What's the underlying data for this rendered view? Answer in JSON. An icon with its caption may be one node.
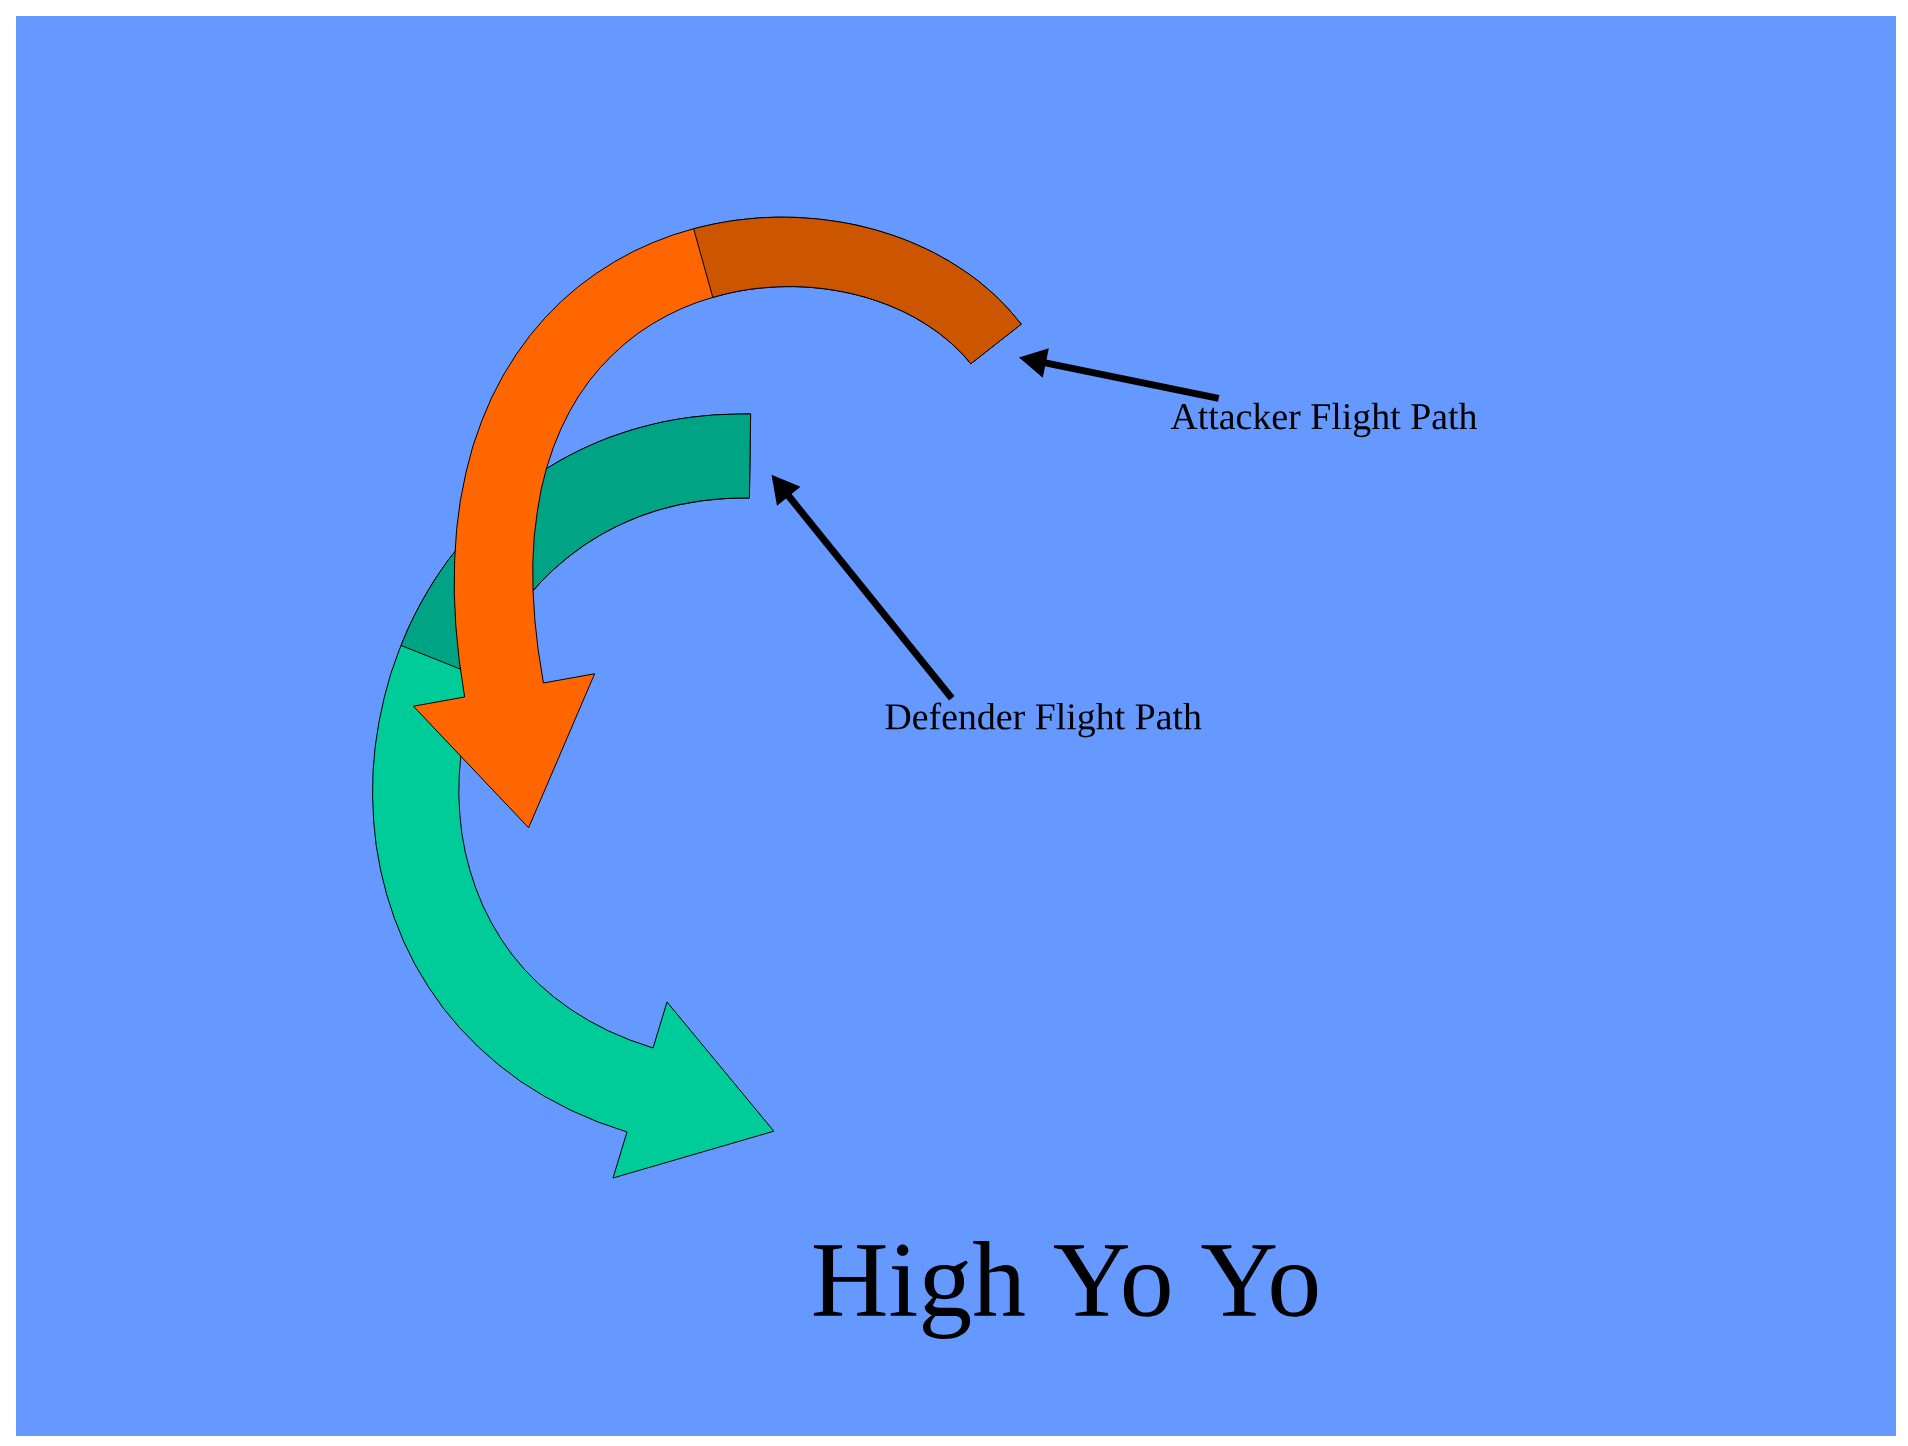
{
  "diagram": {
    "title": "High Yo Yo",
    "nodes": [
      {
        "text": [
          "Attacker Flight Path"
        ]
      },
      {
        "text": [
          "Defender Flight Path"
        ]
      },
      {
        "text": [],
        "shape": "arrow"
      },
      {
        "text": [],
        "shape": "arrow"
      }
    ],
    "edges": [
      {
        "from": 0,
        "to": 2,
        "arrow": "to"
      },
      {
        "from": 1,
        "to": 3,
        "arrow": "to"
      }
    ]
  }
}
